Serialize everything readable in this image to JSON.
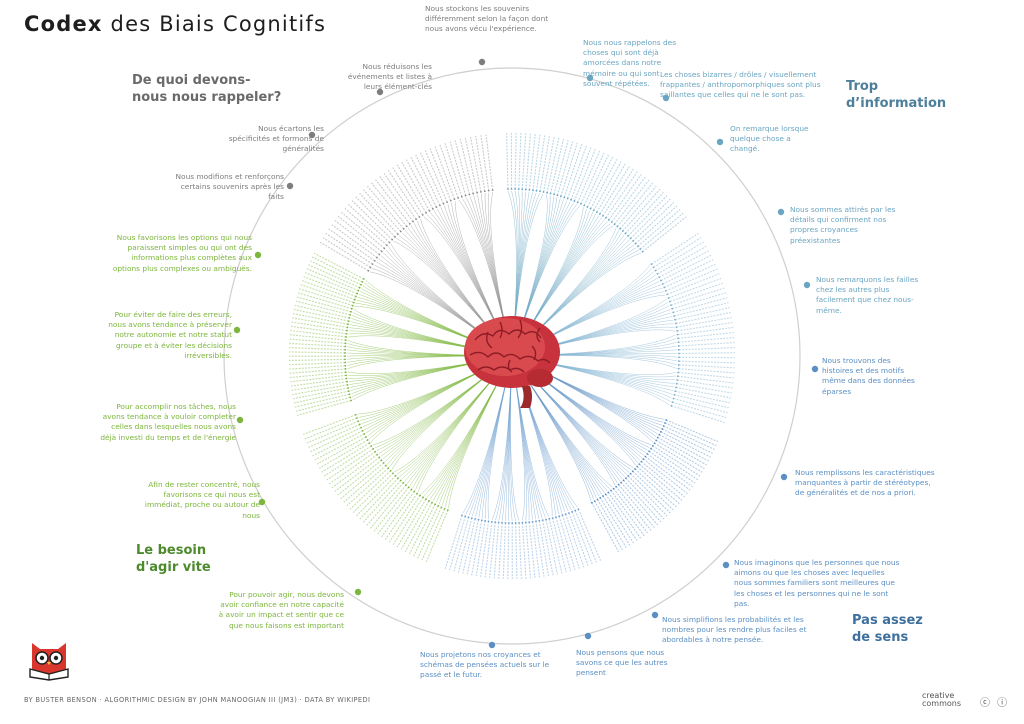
{
  "title": {
    "strong": "Codex",
    "rest": " des Biais Cognitifs"
  },
  "colors": {
    "grey": "#7d7d7d",
    "teal": "#6aa5c2",
    "blue": "#5b8fc4",
    "green": "#7cb63c",
    "darkgreen": "#4c8a2c",
    "brain": "#c8323c"
  },
  "categories": {
    "memory": "De quoi devons-nous nous rappeler?",
    "info": "Trop d’information",
    "meaning": "Pas assez de sens",
    "act": "Le besoin d'agir vite"
  },
  "captions": [
    "Nous stockons les souvenirs différemment selon la façon dont nous avons vécu l'expérience.",
    "Nous réduisons les événements et listes à leurs élément-clés",
    "Nous écartons les spécificités et formons de généralités",
    "Nous modifions et renforçons certains souvenirs après les faits",
    "Nous nous rappelons des choses qui sont déjà amorcées dans notre mémoire ou qui sont souvent répétées.",
    "Les choses bizarres / drôles / visuellement frappantes / anthropomorphiques sont plus saillantes que celles qui ne le sont pas.",
    "On remarque lorsque quelque chose a changé.",
    "Nous sommes attirés par les détails qui confirment nos propres croyances préexistantes",
    "Nous remarquons les failles chez les autres plus facilement que chez nous-même.",
    "Nous trouvons des histoires et des motifs même dans des données éparses",
    "Nous remplissons les caractéristiques manquantes à partir de stéréotypes, de généralités et de nos a priori.",
    "Nous imaginons que les personnes que nous aimons ou que les choses avec lequelles nous sommes familiers sont meilleures que les choses et les personnes qui ne le sont pas.",
    "Nous simplifions les probabilités et les nombres pour les rendre plus faciles et abordables à notre pensée.",
    "Nous pensons que nous savons ce que les autres pensent",
    "Nous projetons nos croyances et schémas de pensées actuels sur le passé et le futur.",
    "Nous favorisons les options qui nous paraissent simples ou qui ont des informations plus complètes aux options plus complexes ou ambiguës.",
    "Pour éviter de faire des erreurs, nous avons tendance à préserver notre autonomie et notre statut groupe et à éviter les décisions irréversibles.",
    "Pour accomplir nos tâches, nous avons tendance à vouloir completer celles dans lesquelles nous avons déjà investi du temps et de l'énergie",
    "Afin de rester concentré, nous favorisons ce qui nous est immédiat, proche ou autour de nous",
    "Pour pouvoir agir, nous devons avoir confiance en notre capacité à avoir un impact et sentir que ce que nous faisons est important"
  ],
  "footer": "BY BUSTER BENSON · ALGORITHMIC DESIGN BY JOHN MANOOGIAN III (JM3) · DATA BY WIKIPEDI",
  "license": {
    "line1": "creative",
    "line2": "commons",
    "icons": "ⓒ ⓘ"
  },
  "logo_icon": "owl-reading-book-icon",
  "brain_icon": "brain-icon"
}
